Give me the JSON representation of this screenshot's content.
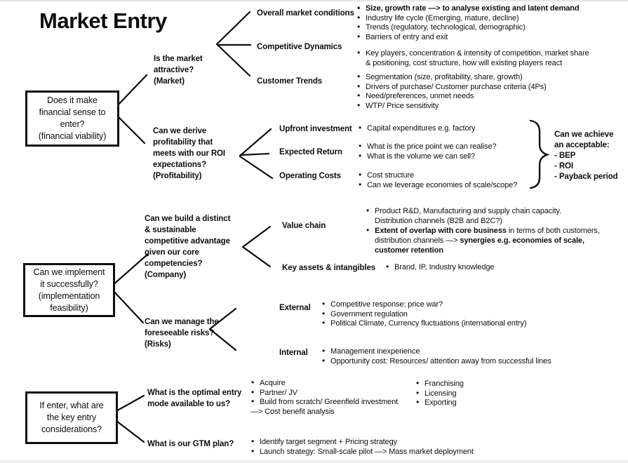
{
  "title": "Market Entry",
  "financial": {
    "box": "Does it make\nfinancial sense to\nenter?\n(financial viability)",
    "market": {
      "label": "Is the market\nattractive?\n(Market)",
      "overall": {
        "label": "Overall market conditions",
        "b0": "Size, growth rate —> to analyse existing and latent demand",
        "b1": "Industry life cycle (Emerging, mature, decline)",
        "b2": "Trends (regulatory, technological, demographic)",
        "b3": "Barriers of entry and exit"
      },
      "competitive": {
        "label": "Competitive Dynamics",
        "b0": "Key players, concentration & intensity of competition, market share\n& positioning, cost structure, how will existing players react"
      },
      "customer": {
        "label": "Customer Trends",
        "b0": "Segmentation (size, profitability, share, growth)",
        "b1": "Drivers of purchase/ Customer purchase criteria (4Ps)",
        "b2": "Need/preferences, unmet needs",
        "b3": "WTP/ Price sensitivity"
      }
    },
    "profitability": {
      "label": "Can we derive\nprofitability that\nmeets with our ROI\nexpectations?\n(Profitability)",
      "upfront": {
        "label": "Upfront investment",
        "b0": "Capital expenditures e.g. factory"
      },
      "expected": {
        "label": "Expected Return",
        "b0": "What is the price point we can realise?",
        "b1": "What is the volume we can sell?"
      },
      "operating": {
        "label": "Operating Costs",
        "b0": "Cost structure",
        "b1": "Can we leverage economies of scale/scope?"
      },
      "note": "Can we achieve\nan acceptable:\n- BEP\n- ROI\n- Payback period"
    }
  },
  "implementation": {
    "box": "Can we implement\nit successfully?\n(implementation\nfeasibility)",
    "company": {
      "label": "Can we build a distinct\n& sustainable\ncompetitive advantage\ngiven our core\ncompetencies?\n(Company)",
      "valuechain": {
        "label": "Value chain",
        "b0": "Product R&D, Manufacturing and supply chain capacity.\nDistribution channels (B2B and B2C?)",
        "b1_bold1": "Extent of overlap with core business",
        "b1_mid": " in terms of both customers, distribution channels —> ",
        "b1_bold2": "synergies e.g. economies of scale, customer retention"
      },
      "keyassets": {
        "label": "Key assets & intangibles",
        "b0": "Brand, IP, Industry knowledge"
      }
    },
    "risks": {
      "label": "Can we manage the\nforeseeable risks?\n(Risks)",
      "external": {
        "label": "External",
        "b0": "Competitive response: price war?",
        "b1": "Government regulation",
        "b2": "Political Climate, Currency fluctuations (international entry)"
      },
      "internal": {
        "label": "Internal",
        "b0": "Management inexperience",
        "b1": "Opportunity cost: Resources/ attention away from successful lines"
      }
    }
  },
  "entry": {
    "box": "If enter, what are\nthe key entry\nconsiderations?",
    "mode": {
      "label": "What is the optimal entry\nmode available to us?",
      "col1": {
        "b0": "Acquire",
        "b1": "Partner/ JV",
        "b2": "Build from scratch/ Greenfield investment",
        "note": "—> Cost benefit analysis"
      },
      "col2": {
        "b0": "Franchising",
        "b1": "Licensing",
        "b2": "Exporting"
      }
    },
    "gtm": {
      "label": "What is our GTM plan?",
      "b0": "Identify target segment + Pricing strategy",
      "b1": "Launch strategy: Small-scale pilot —> Mass market deployment"
    }
  }
}
